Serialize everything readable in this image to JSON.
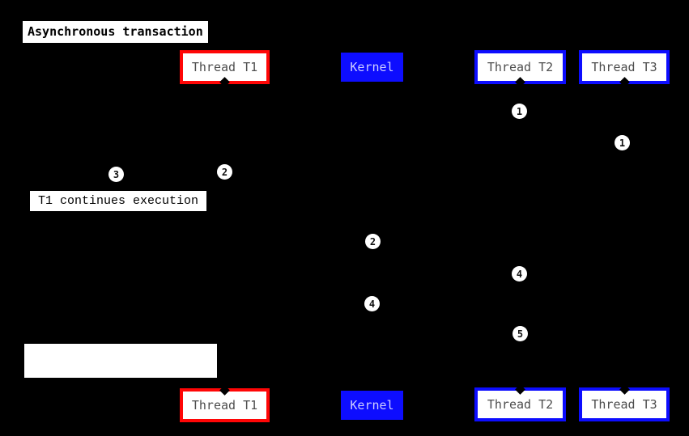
{
  "colors": {
    "background": "#000000",
    "red_accent": "#ff0606",
    "blue_accent": "#0d0dff",
    "kernel_text": "#ccccff",
    "actor_text": "#4d4d4d",
    "note_bg": "#ffffff",
    "note_text": "#000000",
    "marker_bg": "#ffffff",
    "marker_text": "#111111"
  },
  "title": {
    "text": "Asynchronous transaction"
  },
  "actors": {
    "thread_t1": {
      "label": "Thread T1"
    },
    "kernel": {
      "label": "Kernel"
    },
    "thread_t2": {
      "label": "Thread T2"
    },
    "thread_t3": {
      "label": "Thread T3"
    }
  },
  "notes": {
    "t1_continues": {
      "text": "T1 continues execution"
    },
    "blank": {
      "text": ""
    }
  },
  "markers": [
    {
      "label": "1"
    },
    {
      "label": "1"
    },
    {
      "label": "2"
    },
    {
      "label": "3"
    },
    {
      "label": "2"
    },
    {
      "label": "4"
    },
    {
      "label": "4"
    },
    {
      "label": "5"
    }
  ]
}
